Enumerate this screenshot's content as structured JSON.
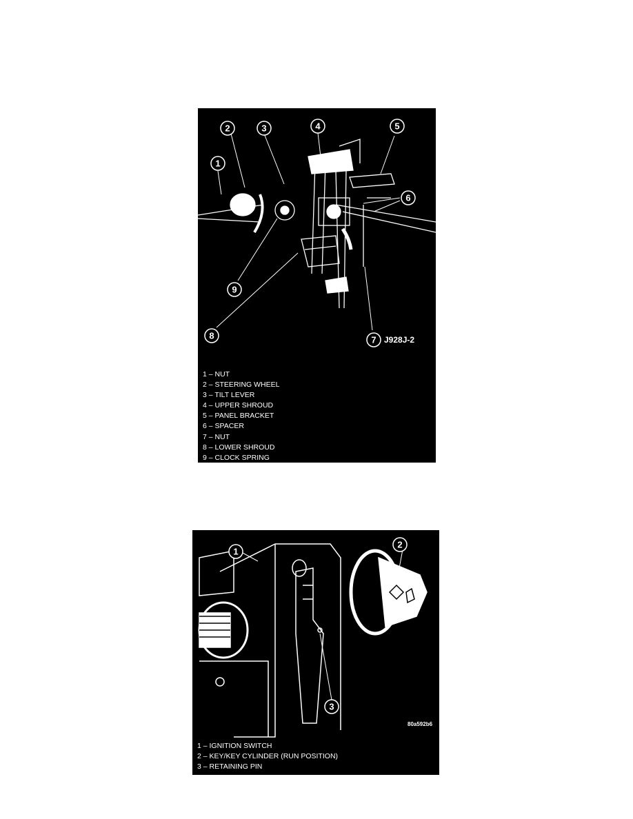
{
  "figure1": {
    "callouts": [
      "1",
      "2",
      "3",
      "4",
      "5",
      "6",
      "7",
      "8",
      "9"
    ],
    "code": "J928J-2",
    "legend": [
      "1 – NUT",
      "2 – STEERING WHEEL",
      "3 – TILT LEVER",
      "4 – UPPER SHROUD",
      "5 – PANEL BRACKET",
      "6 – SPACER",
      "7 – NUT",
      "8 – LOWER SHROUD",
      "9 – CLOCK SPRING"
    ]
  },
  "figure2": {
    "callouts": [
      "1",
      "2",
      "3"
    ],
    "code": "80a592b6",
    "legend": [
      "1 – IGNITION SWITCH",
      "2 – KEY/KEY CYLINDER (RUN POSITION)",
      "3 – RETAINING PIN"
    ]
  }
}
